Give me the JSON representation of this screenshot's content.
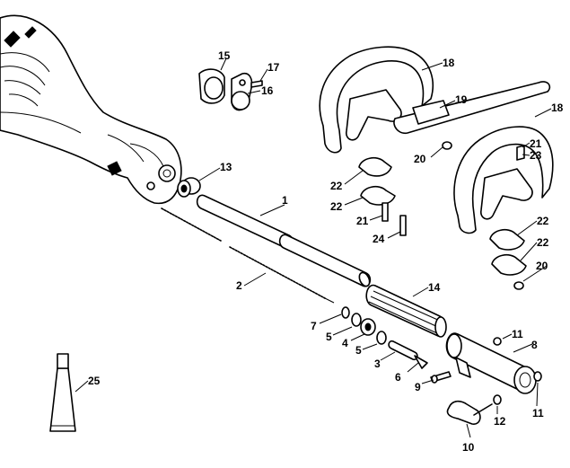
{
  "diagram": {
    "callouts": [
      {
        "id": "c1",
        "text": "1"
      },
      {
        "id": "c2",
        "text": "2"
      },
      {
        "id": "c3",
        "text": "3"
      },
      {
        "id": "c4",
        "text": "4"
      },
      {
        "id": "c5a",
        "text": "5"
      },
      {
        "id": "c5b",
        "text": "5"
      },
      {
        "id": "c6",
        "text": "6"
      },
      {
        "id": "c7",
        "text": "7"
      },
      {
        "id": "c8",
        "text": "8"
      },
      {
        "id": "c9",
        "text": "9"
      },
      {
        "id": "c10",
        "text": "10"
      },
      {
        "id": "c11a",
        "text": "11"
      },
      {
        "id": "c11b",
        "text": "11"
      },
      {
        "id": "c12",
        "text": "12"
      },
      {
        "id": "c13",
        "text": "13"
      },
      {
        "id": "c14",
        "text": "14"
      },
      {
        "id": "c15",
        "text": "15"
      },
      {
        "id": "c16",
        "text": "16"
      },
      {
        "id": "c17",
        "text": "17"
      },
      {
        "id": "c18a",
        "text": "18"
      },
      {
        "id": "c18b",
        "text": "18"
      },
      {
        "id": "c19",
        "text": "19"
      },
      {
        "id": "c20a",
        "text": "20"
      },
      {
        "id": "c20b",
        "text": "20"
      },
      {
        "id": "c21a",
        "text": "21"
      },
      {
        "id": "c21b",
        "text": "21"
      },
      {
        "id": "c22a",
        "text": "22"
      },
      {
        "id": "c22b",
        "text": "22"
      },
      {
        "id": "c22c",
        "text": "22"
      },
      {
        "id": "c22d",
        "text": "22"
      },
      {
        "id": "c23",
        "text": "23"
      },
      {
        "id": "c24",
        "text": "24"
      },
      {
        "id": "c25",
        "text": "25"
      }
    ]
  }
}
